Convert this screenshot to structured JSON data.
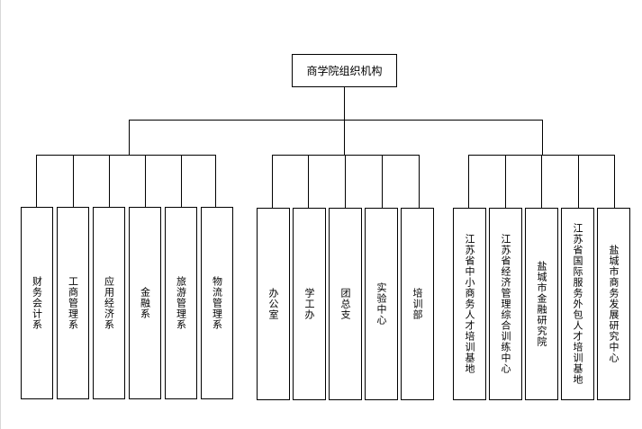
{
  "diagram": {
    "root": {
      "label": "商学院组织机构"
    },
    "groups": [
      {
        "items": [
          {
            "label": "财务会计系"
          },
          {
            "label": "工商管理系"
          },
          {
            "label": "应用经济系"
          },
          {
            "label": "金融系"
          },
          {
            "label": "旅游管理系"
          },
          {
            "label": "物流管理系"
          }
        ]
      },
      {
        "items": [
          {
            "label": "办公室"
          },
          {
            "label": "学工办"
          },
          {
            "label": "团总支"
          },
          {
            "label": "实验中心"
          },
          {
            "label": "培训部"
          }
        ]
      },
      {
        "items": [
          {
            "label": "江苏省中小商务人才培训基地"
          },
          {
            "label": "江苏省经济管理综合训练中心"
          },
          {
            "label": "盐城市金融研究院"
          },
          {
            "label": "江苏省国际服务外包人才培训基地"
          },
          {
            "label": "盐城市商务发展研究中心"
          }
        ]
      }
    ],
    "colors": {
      "line": "#000000",
      "box_border": "#000000",
      "background": "#ffffff"
    }
  }
}
